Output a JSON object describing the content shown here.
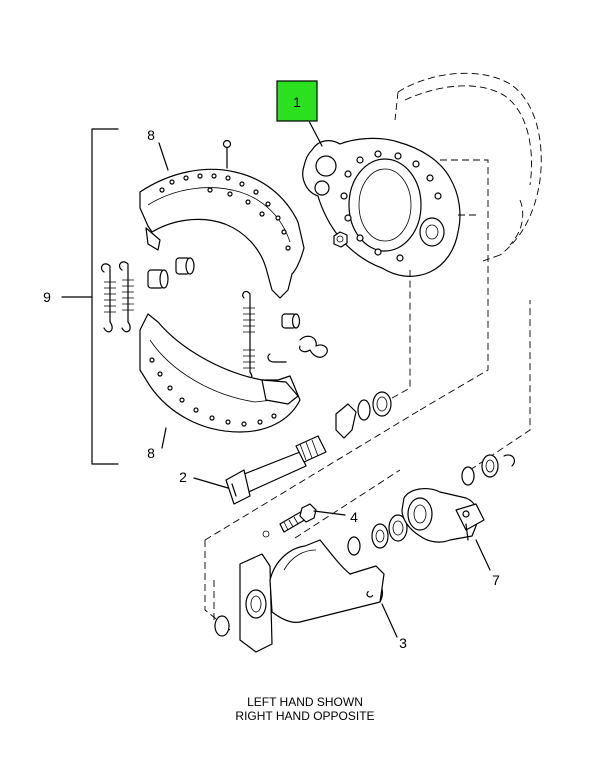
{
  "highlight_color": "#2be01f",
  "callouts": {
    "c1": "1",
    "c2": "2",
    "c3": "3",
    "c4": "4",
    "c7": "7",
    "c8_top": "8",
    "c8_bottom": "8",
    "c9": "9"
  },
  "caption": {
    "line1": "LEFT HAND SHOWN",
    "line2": "RIGHT HAND OPPOSITE"
  }
}
